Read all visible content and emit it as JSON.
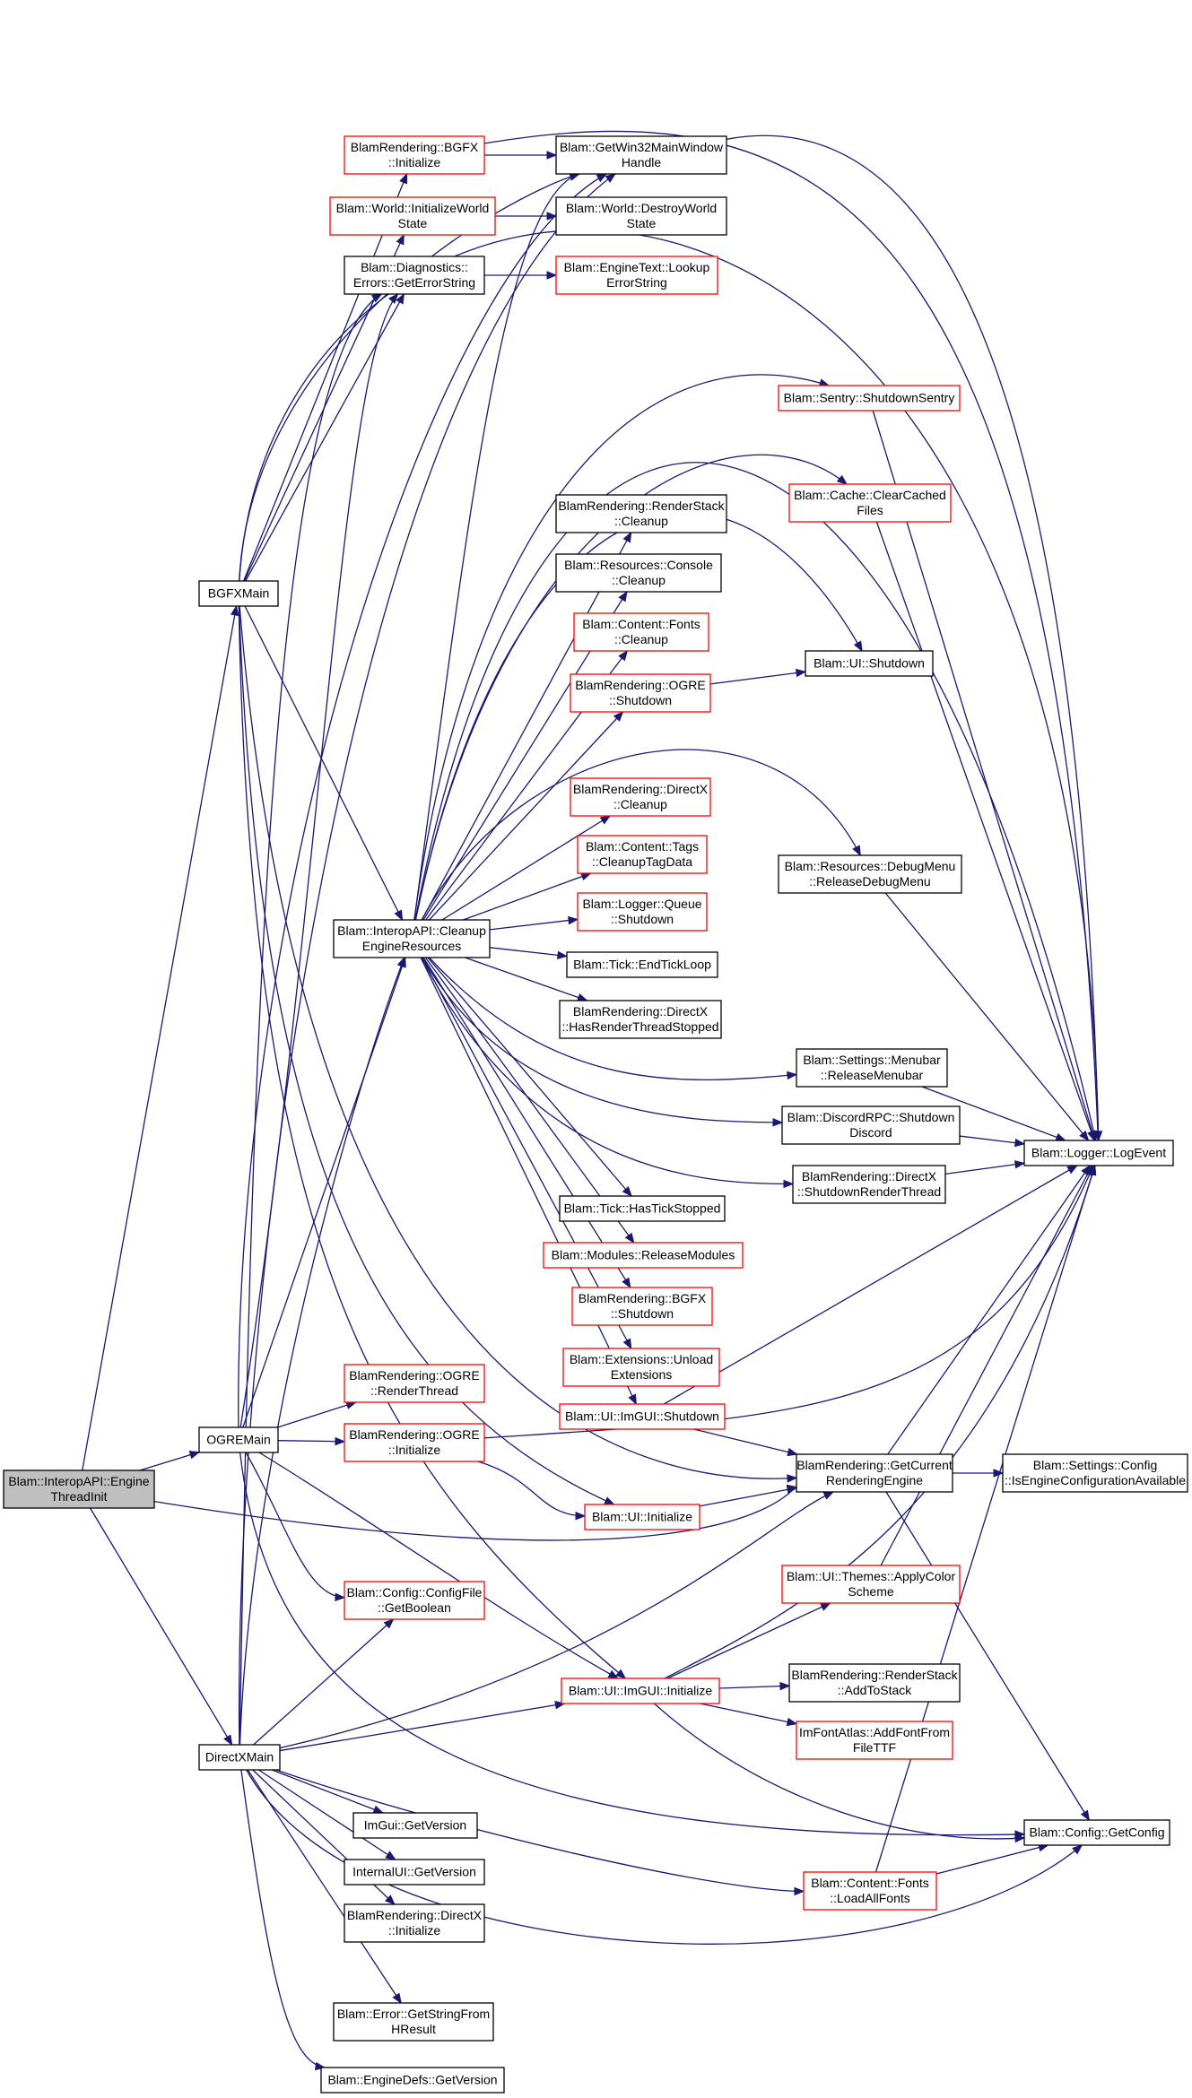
{
  "diagram": {
    "colors": {
      "edge": "#191970",
      "node_border_default": "#000000",
      "node_border_linked": "#ff0000",
      "node_fill_default": "#ffffff",
      "node_fill_root": "#bfbfbf"
    },
    "nodes": [
      {
        "id": "root",
        "style": "root",
        "lines": [
          "Blam::InteropAPI::Engine",
          "ThreadInit"
        ]
      },
      {
        "id": "bgfxmain",
        "style": "normal",
        "lines": [
          "BGFXMain"
        ]
      },
      {
        "id": "oglemain",
        "style": "normal",
        "lines": [
          "OGREMain"
        ]
      },
      {
        "id": "dxmain",
        "style": "normal",
        "lines": [
          "DirectXMain"
        ]
      },
      {
        "id": "bgfx_init",
        "style": "red",
        "lines": [
          "BlamRendering::BGFX",
          "::Initialize"
        ]
      },
      {
        "id": "world_init",
        "style": "red",
        "lines": [
          "Blam::World::InitializeWorld",
          "State"
        ]
      },
      {
        "id": "geterrstr",
        "style": "normal",
        "lines": [
          "Blam::Diagnostics::",
          "Errors::GetErrorString"
        ]
      },
      {
        "id": "win32",
        "style": "normal",
        "lines": [
          "Blam::GetWin32MainWindow",
          "Handle"
        ]
      },
      {
        "id": "world_destroy",
        "style": "normal",
        "lines": [
          "Blam::World::DestroyWorld",
          "State"
        ]
      },
      {
        "id": "lookup",
        "style": "red",
        "lines": [
          "Blam::EngineText::Lookup",
          "ErrorString"
        ]
      },
      {
        "id": "sentry",
        "style": "red",
        "lines": [
          "Blam::Sentry::ShutdownSentry"
        ]
      },
      {
        "id": "cache",
        "style": "red",
        "lines": [
          "Blam::Cache::ClearCached",
          "Files"
        ]
      },
      {
        "id": "rs_cleanup",
        "style": "normal",
        "lines": [
          "BlamRendering::RenderStack",
          "::Cleanup"
        ]
      },
      {
        "id": "console",
        "style": "normal",
        "lines": [
          "Blam::Resources::Console",
          "::Cleanup"
        ]
      },
      {
        "id": "fonts_cleanup",
        "style": "red",
        "lines": [
          "Blam::Content::Fonts",
          "::Cleanup"
        ]
      },
      {
        "id": "ogre_shutdown",
        "style": "red",
        "lines": [
          "BlamRendering::OGRE",
          "::Shutdown"
        ]
      },
      {
        "id": "ui_shutdown",
        "style": "normal",
        "lines": [
          "Blam::UI::Shutdown"
        ]
      },
      {
        "id": "dx_cleanup",
        "style": "red",
        "lines": [
          "BlamRendering::DirectX",
          "::Cleanup"
        ]
      },
      {
        "id": "tags",
        "style": "red",
        "lines": [
          "Blam::Content::Tags",
          "::CleanupTagData"
        ]
      },
      {
        "id": "debugmenu",
        "style": "normal",
        "lines": [
          "Blam::Resources::DebugMenu",
          "::ReleaseDebugMenu"
        ]
      },
      {
        "id": "logqueue",
        "style": "red",
        "lines": [
          "Blam::Logger::Queue",
          "::Shutdown"
        ]
      },
      {
        "id": "cleanup",
        "style": "normal",
        "lines": [
          "Blam::InteropAPI::Cleanup",
          "EngineResources"
        ]
      },
      {
        "id": "endtick",
        "style": "normal",
        "lines": [
          "Blam::Tick::EndTickLoop"
        ]
      },
      {
        "id": "hasrts",
        "style": "normal",
        "lines": [
          "BlamRendering::DirectX",
          "::HasRenderThreadStopped"
        ]
      },
      {
        "id": "menubar",
        "style": "normal",
        "lines": [
          "Blam::Settings::Menubar",
          "::ReleaseMenubar"
        ]
      },
      {
        "id": "discord",
        "style": "normal",
        "lines": [
          "Blam::DiscordRPC::Shutdown",
          "Discord"
        ]
      },
      {
        "id": "logevent",
        "style": "normal",
        "lines": [
          "Blam::Logger::LogEvent"
        ]
      },
      {
        "id": "shutdownrt",
        "style": "normal",
        "lines": [
          "BlamRendering::DirectX",
          "::ShutdownRenderThread"
        ]
      },
      {
        "id": "hastick",
        "style": "normal",
        "lines": [
          "Blam::Tick::HasTickStopped"
        ]
      },
      {
        "id": "modules",
        "style": "red",
        "lines": [
          "Blam::Modules::ReleaseModules"
        ]
      },
      {
        "id": "bgfx_shutdown",
        "style": "red",
        "lines": [
          "BlamRendering::BGFX",
          "::Shutdown"
        ]
      },
      {
        "id": "extensions",
        "style": "red",
        "lines": [
          "Blam::Extensions::Unload",
          "Extensions"
        ]
      },
      {
        "id": "ogre_rt",
        "style": "red",
        "lines": [
          "BlamRendering::OGRE",
          "::RenderThread"
        ]
      },
      {
        "id": "imgui_shutdown",
        "style": "red",
        "lines": [
          "Blam::UI::ImGUI::Shutdown"
        ]
      },
      {
        "id": "ogre_init",
        "style": "red",
        "lines": [
          "BlamRendering::OGRE",
          "::Initialize"
        ]
      },
      {
        "id": "getcur",
        "style": "normal",
        "lines": [
          "BlamRendering::GetCurrent",
          "RenderingEngine"
        ]
      },
      {
        "id": "isengconf",
        "style": "normal",
        "lines": [
          "Blam::Settings::Config",
          "::IsEngineConfigurationAvailable"
        ]
      },
      {
        "id": "ui_init",
        "style": "red",
        "lines": [
          "Blam::UI::Initialize"
        ]
      },
      {
        "id": "themes",
        "style": "red",
        "lines": [
          "Blam::UI::Themes::ApplyColor",
          "Scheme"
        ]
      },
      {
        "id": "getbool",
        "style": "red",
        "lines": [
          "Blam::Config::ConfigFile",
          "::GetBoolean"
        ]
      },
      {
        "id": "imgui_init",
        "style": "red",
        "lines": [
          "Blam::UI::ImGUI::Initialize"
        ]
      },
      {
        "id": "addtostack",
        "style": "normal",
        "lines": [
          "BlamRendering::RenderStack",
          "::AddToStack"
        ]
      },
      {
        "id": "addfont",
        "style": "red",
        "lines": [
          "ImFontAtlas::AddFontFrom",
          "FileTTF"
        ]
      },
      {
        "id": "imgui_ver",
        "style": "normal",
        "lines": [
          "ImGui::GetVersion"
        ]
      },
      {
        "id": "getconfig",
        "style": "normal",
        "lines": [
          "Blam::Config::GetConfig"
        ]
      },
      {
        "id": "internal_ver",
        "style": "normal",
        "lines": [
          "InternalUI::GetVersion"
        ]
      },
      {
        "id": "loadfonts",
        "style": "red",
        "lines": [
          "Blam::Content::Fonts",
          "::LoadAllFonts"
        ]
      },
      {
        "id": "dx_init",
        "style": "normal",
        "lines": [
          "BlamRendering::DirectX",
          "::Initialize"
        ]
      },
      {
        "id": "hresult",
        "style": "normal",
        "lines": [
          "Blam::Error::GetStringFrom",
          "HResult"
        ]
      },
      {
        "id": "engdefs",
        "style": "normal",
        "lines": [
          "Blam::EngineDefs::GetVersion"
        ]
      }
    ]
  }
}
